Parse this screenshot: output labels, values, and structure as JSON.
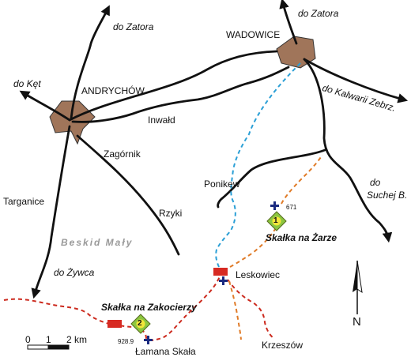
{
  "directions": {
    "zator_left": "do Zatora",
    "zator_right": "do Zatora",
    "ket": "do Kęt",
    "kalwarii": "do Kalwarii Zebrz.",
    "suchej_line1": "do",
    "suchej_line2": "Suchej B.",
    "zywca": "do Żywca"
  },
  "towns": {
    "wadowice": "WADOWICE",
    "andrychow": "ANDRYCHÓW"
  },
  "places": {
    "inwald": "Inwałd",
    "zagornik": "Zagórnik",
    "ponikew": "Ponikew",
    "rzyki": "Rzyki",
    "targanice": "Targanice",
    "leskowiec": "Leskowiec",
    "krzeszow": "Krzeszów",
    "lamana_skala": "Łamana Skała"
  },
  "range": "Beskid Mały",
  "crags": [
    {
      "number": "1",
      "name": "Skałka na Żarze",
      "elevation": "671"
    },
    {
      "number": "2",
      "name": "Skałka na Zakocierzy",
      "elevation": "928.9"
    }
  ],
  "scale": {
    "ticks": [
      "0",
      "1",
      "2 km"
    ]
  },
  "north": "N",
  "colors": {
    "road": "#111111",
    "town_fill": "#a0755a",
    "river": "#2a9fd6",
    "trail_red": "#cc2a1e",
    "trail_orange": "#e07b28",
    "marker_fill": "#8cc63f",
    "shelter_red": "#d72a22",
    "church_navy": "#1a2a80"
  }
}
